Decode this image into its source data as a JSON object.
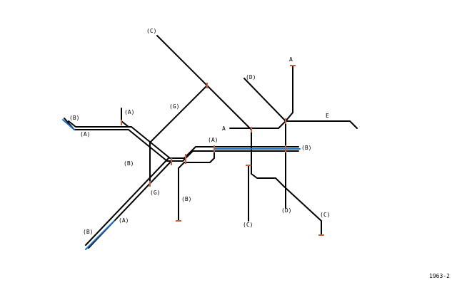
{
  "colors": {
    "track": "#000000",
    "service_b": "#1a6fc9",
    "terminal": "#c8643c",
    "background": "#ffffff"
  },
  "labels": {
    "c_top": "(C)",
    "a_top": "A",
    "d_top": "(D)",
    "b_far_left": "(B)",
    "a_upper_left": "(A)",
    "a_small": "(A)",
    "g_mid": "(G)",
    "e_right": "E",
    "a_center": "A",
    "a_mid": "(A)",
    "b_right": "(B)",
    "b_left_mid": "(B)",
    "g_low": "(G)",
    "b_lower": "(B)",
    "d_low": "(D)",
    "c_bottom_right": "(C)",
    "a_sw": "(A)",
    "c_bottom": "(C)",
    "b_sw": "(B)"
  },
  "year": "1963-2"
}
